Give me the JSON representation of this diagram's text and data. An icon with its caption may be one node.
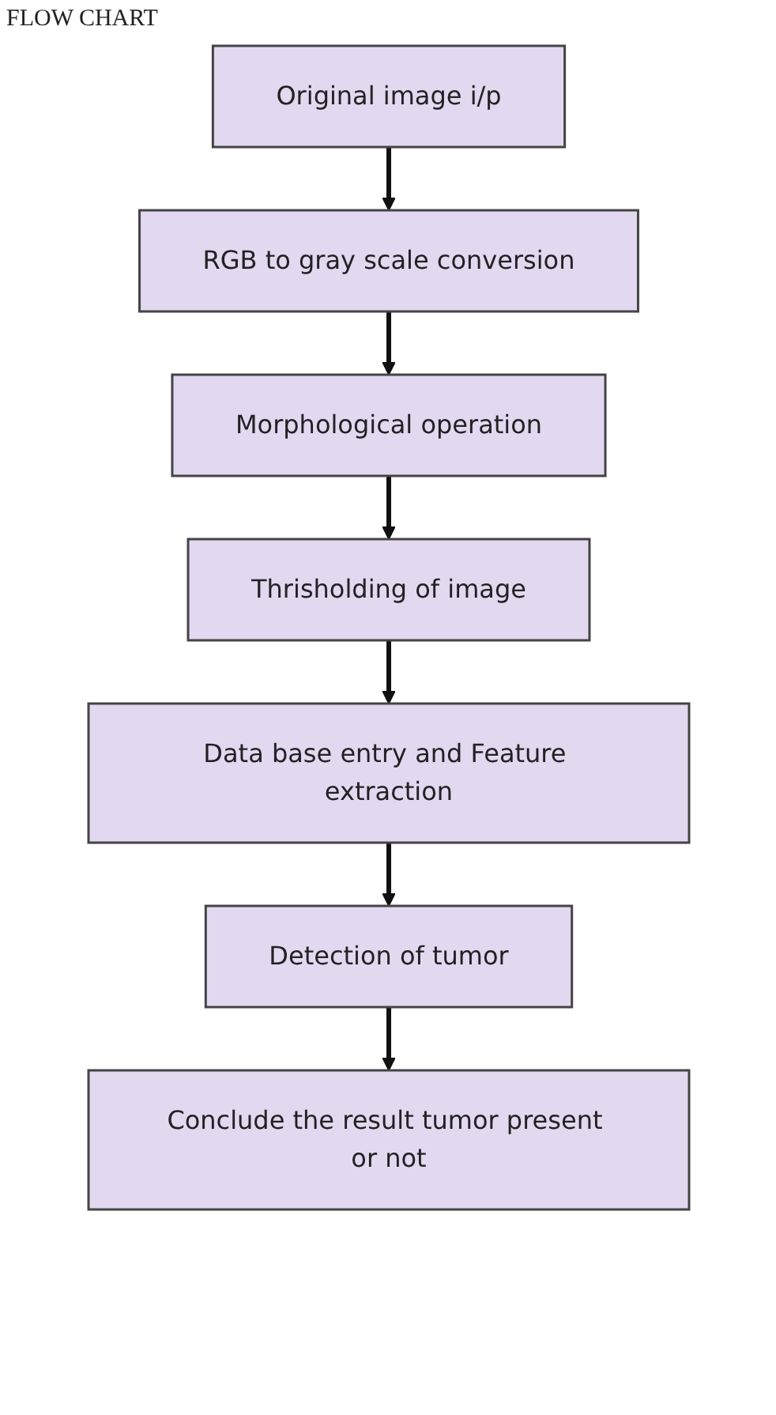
{
  "diagram": {
    "title": "FLOW CHART",
    "nodes": [
      {
        "text": [
          "Original image i/p"
        ]
      },
      {
        "text": [
          "RGB to gray scale conversion"
        ]
      },
      {
        "text": [
          "Morphological operation"
        ]
      },
      {
        "text": [
          "Thrisholding of image"
        ]
      },
      {
        "text": [
          "Data base entry and Feature extraction"
        ]
      },
      {
        "text": [
          "Detection of tumor"
        ]
      },
      {
        "text": [
          "Conclude the result tumor present or not"
        ]
      }
    ],
    "edges": [
      {
        "from": 0,
        "to": 1,
        "arrow": "to"
      },
      {
        "from": 1,
        "to": 2,
        "arrow": "to"
      },
      {
        "from": 2,
        "to": 3,
        "arrow": "to"
      },
      {
        "from": 3,
        "to": 4,
        "arrow": "to"
      },
      {
        "from": 4,
        "to": 5,
        "arrow": "to"
      },
      {
        "from": 5,
        "to": 6,
        "arrow": "to"
      }
    ]
  }
}
